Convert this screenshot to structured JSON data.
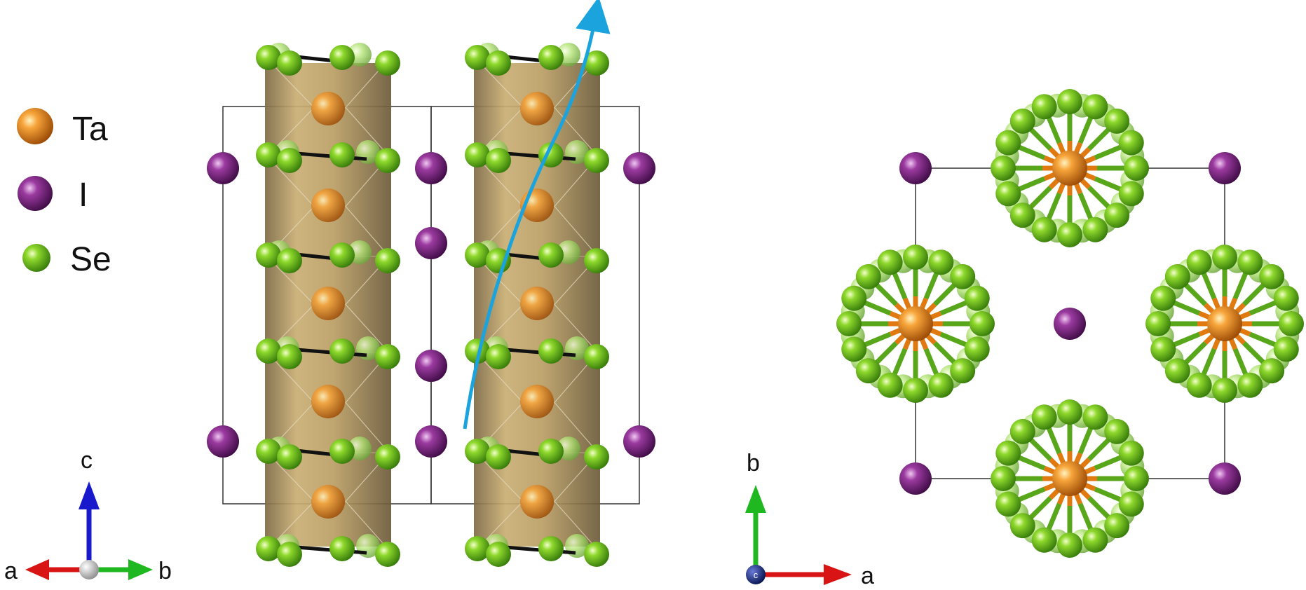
{
  "legend": {
    "items": [
      {
        "label": "Ta",
        "color": "#e8871e"
      },
      {
        "label": "I",
        "color": "#7a1c7e"
      },
      {
        "label": "Se",
        "color": "#6dc21d"
      }
    ]
  },
  "axes_side": {
    "up": "c",
    "left": "a",
    "right": "b",
    "center": ""
  },
  "axes_top": {
    "up": "b",
    "right": "a",
    "center": "c"
  },
  "colors": {
    "ta": "#e8871e",
    "iodine": "#7a1c7e",
    "se": "#6dc21d",
    "polyhedron": "#b99d63",
    "arrow": "#1aa3dd",
    "axis_red": "#d81414",
    "axis_green": "#20b820",
    "axis_blue": "#1818cc",
    "axis_navy": "#0a1a7a"
  }
}
